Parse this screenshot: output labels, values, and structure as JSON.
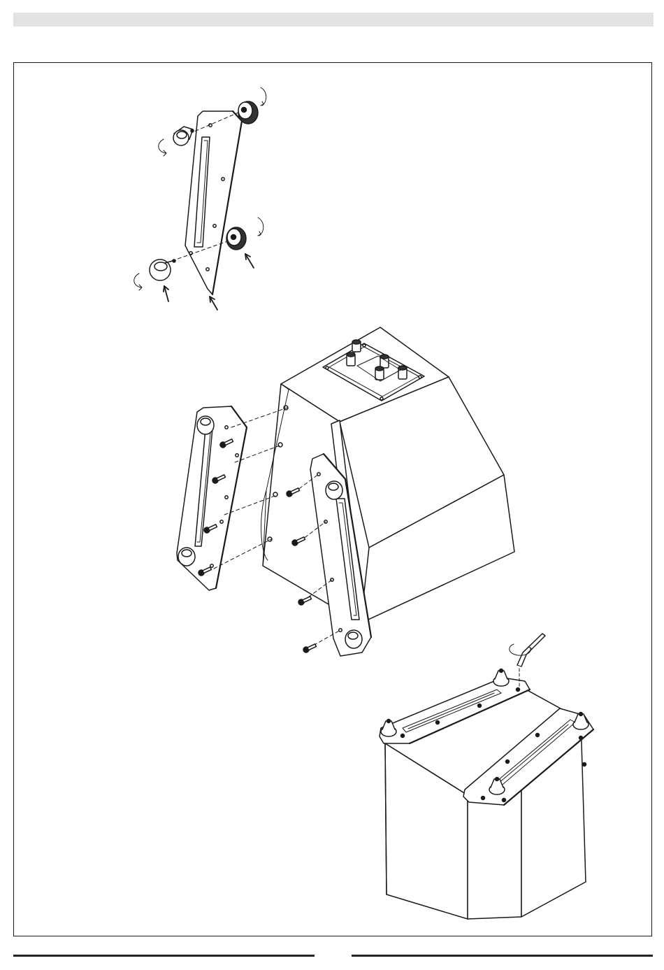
{
  "page": {
    "header_band": "",
    "figure": {
      "caption": "",
      "panels": [
        {
          "id": "bracket-feet-assembly",
          "parts": [
            "bracket-plate",
            "rubber-foot",
            "rubber-foot",
            "rubber-foot",
            "rubber-foot"
          ]
        },
        {
          "id": "cabinet-bracket-mounting",
          "parts": [
            "speaker-cabinet",
            "terminal-plate",
            "left-bracket",
            "right-bracket",
            "mounting-screw"
          ]
        },
        {
          "id": "assembled-speaker",
          "parts": [
            "speaker-cabinet",
            "left-bracket",
            "right-bracket",
            "hex-key"
          ]
        }
      ]
    },
    "colors": {
      "line": "#1a1a1a",
      "header_band": "#e3e3e3",
      "fill": "#ffffff"
    }
  }
}
